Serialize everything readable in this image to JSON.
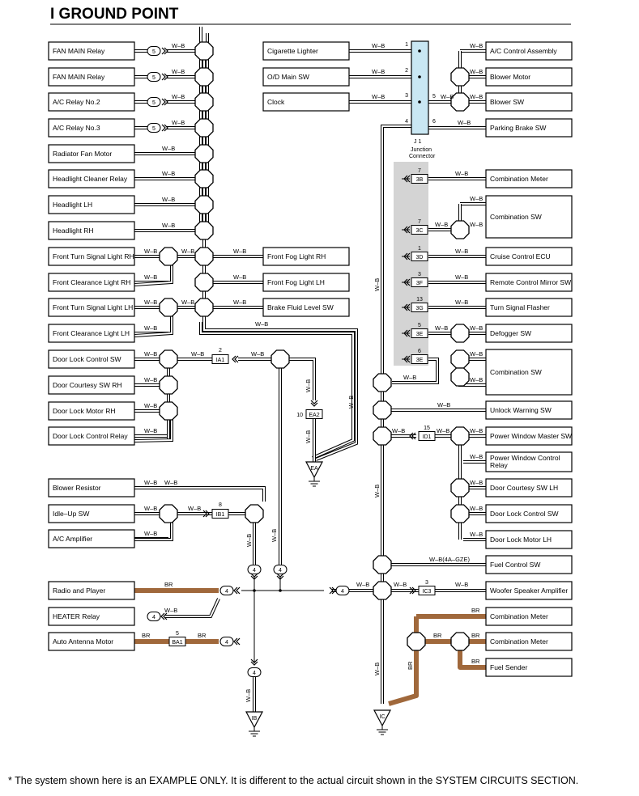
{
  "title": "I  GROUND POINT",
  "footnote": "*    The system shown here is an EXAMPLE ONLY. It is different to the actual circuit shown in the SYSTEM CIRCUITS SECTION.",
  "colors": {
    "wire": "#000000",
    "br_wire": "#a0683b",
    "junction_fill": "#c9e7f3",
    "shade": "#d4d4d4"
  },
  "wire_labels": {
    "wb": "W–B",
    "br": "BR",
    "wb_4a": "W–B(4A–GZE)"
  },
  "left_components": [
    "FAN MAIN Relay",
    "FAN MAIN Relay",
    "A/C Relay No.2",
    "A/C Relay No.3",
    "Radiator Fan Motor",
    "Headlight Cleaner Relay",
    "Headlight LH",
    "Headlight RH",
    "Front Turn Signal Light RH",
    "Front Clearance Light RH",
    "Front Turn Signal Light LH",
    "Front Clearance Light LH",
    "Door Lock Control SW",
    "Door Courtesy SW RH",
    "Door Lock Motor RH",
    "Door Lock Control Relay",
    "Blower Resistor",
    "Idle–Up SW",
    "A/C Amplifier",
    "Radio and Player",
    "HEATER Relay",
    "Auto Antenna Motor"
  ],
  "mid_components": [
    "Front Fog Light RH",
    "Front Fog Light LH",
    "Brake Fluid Level SW"
  ],
  "top_components": [
    "Cigarette Lighter",
    "O/D Main SW",
    "Clock"
  ],
  "right_components": [
    "A/C Control Assembly",
    "Blower Motor",
    "Blower SW",
    "Parking Brake SW",
    "Combination Meter",
    "Combination SW",
    "Cruise Control ECU",
    "Remote Control Mirror SW",
    "Turn Signal Flasher",
    "Defogger SW",
    "Combination SW",
    "Unlock Warning SW",
    "Power Window Master SW",
    "Power Window Control Relay",
    "Door Courtesy SW LH",
    "Door Lock Control SW",
    "Door Lock Motor LH",
    "Fuel Control SW",
    "Woofer Speaker Amplifier",
    "Combination Meter",
    "Combination Meter",
    "Fuel Sender"
  ],
  "junction": {
    "name": "J 1",
    "sub1": "Junction",
    "sub2": "Connector",
    "pins": [
      "1",
      "2",
      "3",
      "4",
      "5",
      "6"
    ]
  },
  "connectors": {
    "ia1": "IA1",
    "ia1_pin": "2",
    "ea2": "EA2",
    "ea2_pin": "10",
    "ib1": "IB1",
    "ib1_pin": "8",
    "ba1": "BA1",
    "ba1_pin": "5",
    "id1": "ID1",
    "id1_pin": "15",
    "ic3": "IC3",
    "ic3_pin": "3"
  },
  "plug_5": "5",
  "plug_4": "4",
  "conn_3": [
    {
      "code": "3B",
      "pin": "7"
    },
    {
      "code": "3C",
      "pin": "7"
    },
    {
      "code": "3D",
      "pin": "1"
    },
    {
      "code": "3F",
      "pin": "3"
    },
    {
      "code": "3G",
      "pin": "13"
    },
    {
      "code": "3E",
      "pin": "5"
    },
    {
      "code": "3E",
      "pin": "6"
    }
  ],
  "grounds": {
    "ea": "EA",
    "ib": "IB",
    "ic": "IC"
  }
}
